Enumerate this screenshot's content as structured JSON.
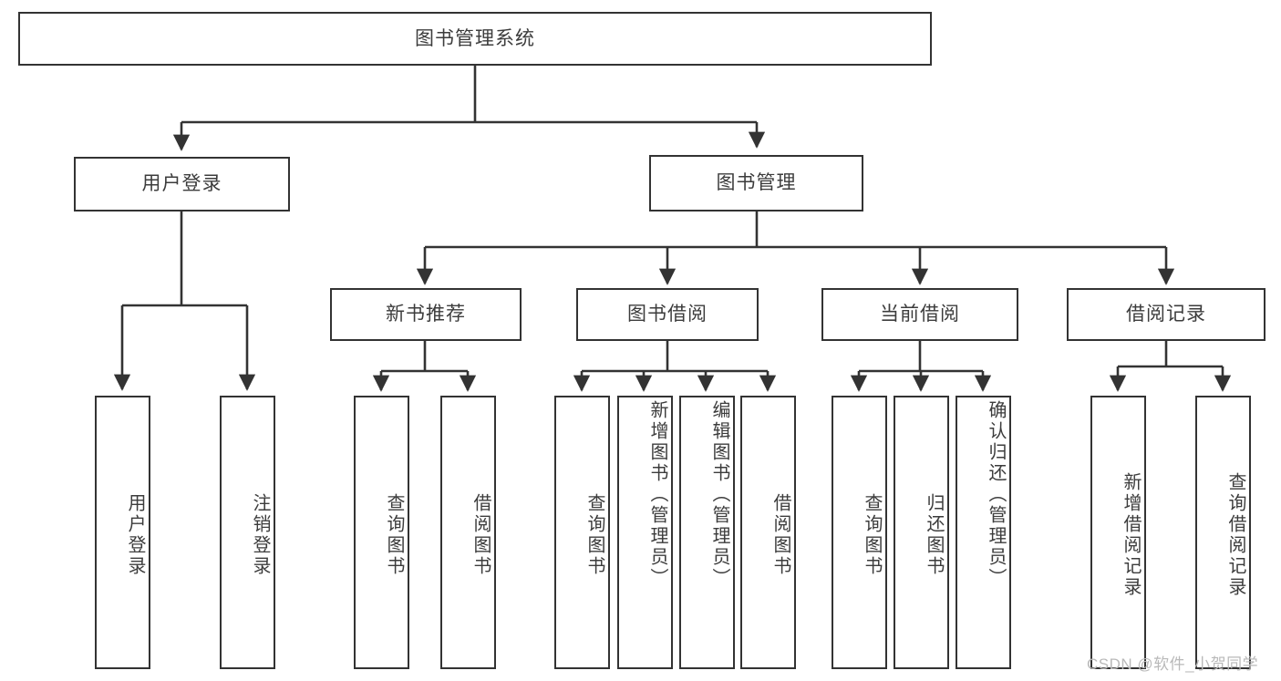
{
  "diagram": {
    "title_node": "图书管理系统",
    "level2": [
      {
        "id": "user-login",
        "label": "用户登录"
      },
      {
        "id": "book-manage",
        "label": "图书管理"
      }
    ],
    "level3": [
      {
        "id": "new-book-rec",
        "label": "新书推荐"
      },
      {
        "id": "book-borrow",
        "label": "图书借阅"
      },
      {
        "id": "current-borrow",
        "label": "当前借阅"
      },
      {
        "id": "borrow-record",
        "label": "借阅记录"
      }
    ],
    "leaves": {
      "user_login": [
        "用户登录",
        "注销登录"
      ],
      "new_book_rec": [
        "查询图书",
        "借阅图书"
      ],
      "book_borrow": [
        "查询图书",
        "新增图书（管理员）",
        "编辑图书（管理员）",
        "借阅图书"
      ],
      "current_borrow": [
        "查询图书",
        "归还图书",
        "确认归还（管理员）"
      ],
      "borrow_record": [
        "新增借阅记录",
        "查询借阅记录"
      ]
    },
    "watermark": "CSDN @软件_小贺同学",
    "colors": {
      "stroke": "#333333",
      "text": "#3c3c3c",
      "background": "#ffffff",
      "watermark": "#b9b9b9"
    }
  }
}
